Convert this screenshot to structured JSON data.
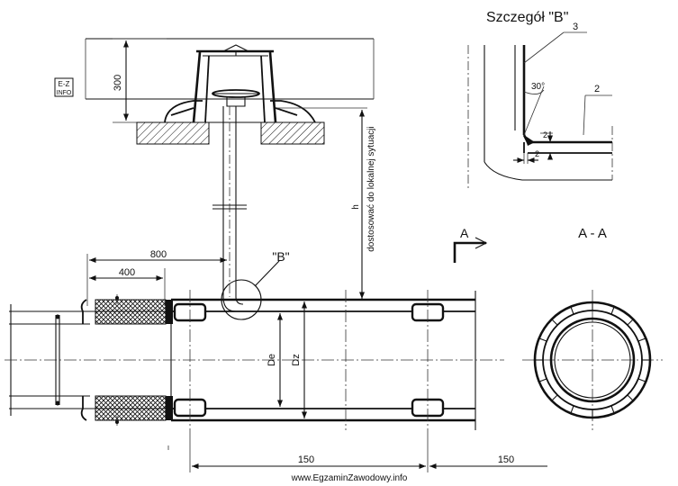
{
  "detail": {
    "title": "Szczegół \"B\"",
    "angle": "30°",
    "callout_3": "3",
    "callout_2": "2",
    "dim_2a": "2",
    "dim_2b": "2"
  },
  "section": {
    "marker": "A",
    "title": "A - A"
  },
  "dims": {
    "d300": "300",
    "d800": "800",
    "d400": "400",
    "d150a": "150",
    "d150b": "150",
    "h": "h",
    "note": "dostosować do lokalnej sytuacji",
    "de": "De",
    "dz": "Dz",
    "detail_ref": "\"B\""
  },
  "logo": {
    "text_top": "E-Z",
    "text_bottom": "INFO"
  },
  "watermark": "www.EgzaminZawodowy.info"
}
